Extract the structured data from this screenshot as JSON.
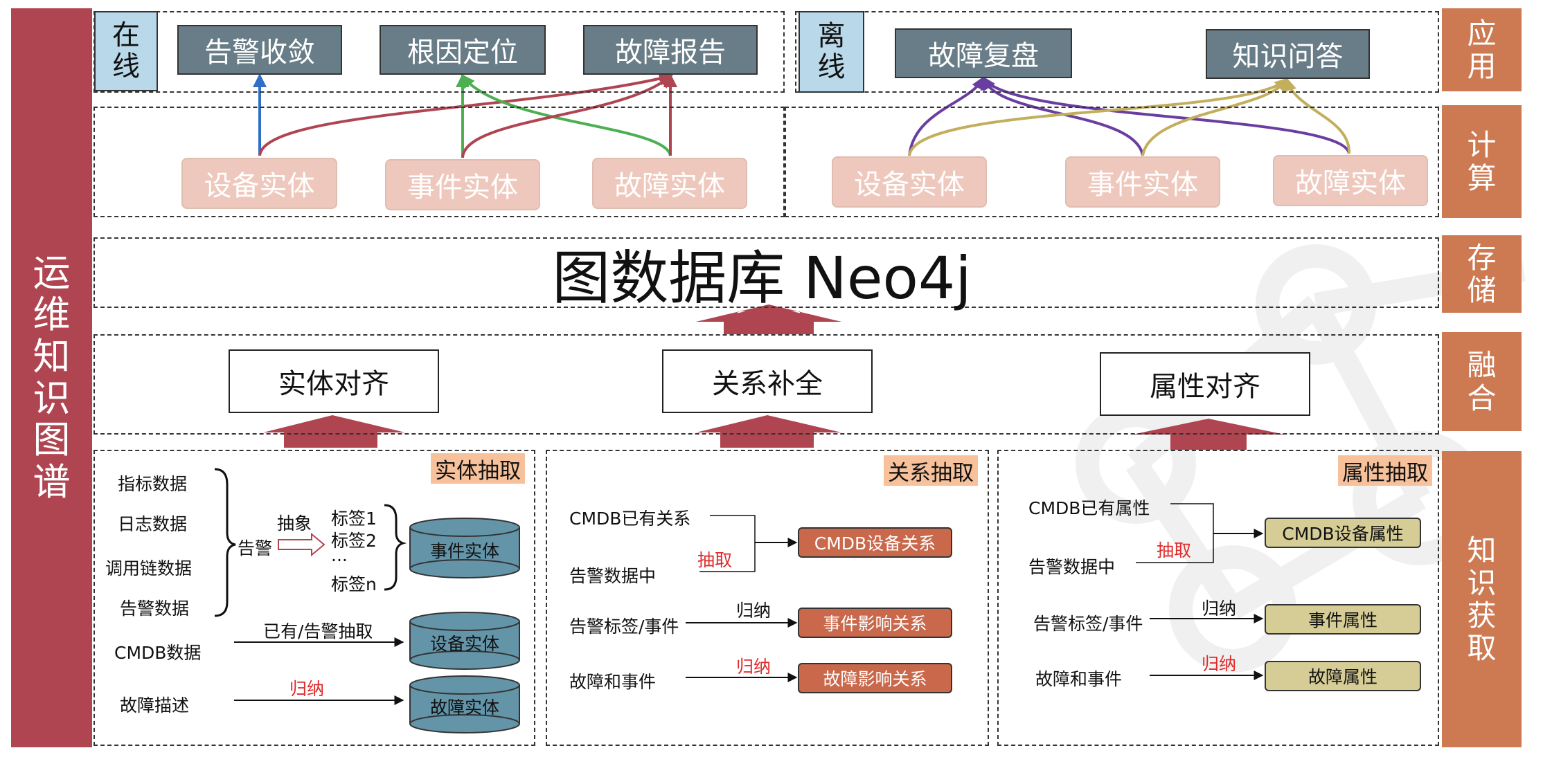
{
  "main_label": [
    "运",
    "维",
    "知",
    "识",
    "图",
    "谱"
  ],
  "layers": {
    "app": [
      "应",
      "用"
    ],
    "compute": [
      "计",
      "算"
    ],
    "storage": [
      "存",
      "储"
    ],
    "fusion": [
      "融",
      "合"
    ],
    "acquire": [
      "知",
      "识",
      "获",
      "取"
    ]
  },
  "online": {
    "label": [
      "在",
      "线"
    ],
    "apps": [
      "告警收敛",
      "根因定位",
      "故障报告"
    ],
    "entities": [
      "设备实体",
      "事件实体",
      "故障实体"
    ]
  },
  "offline": {
    "label": [
      "离",
      "线"
    ],
    "apps": [
      "故障复盘",
      "知识问答"
    ],
    "entities": [
      "设备实体",
      "事件实体",
      "故障实体"
    ]
  },
  "storage_title": "图数据库 Neo4j",
  "fusion": [
    "实体对齐",
    "关系补全",
    "属性对齐"
  ],
  "entity_extraction": {
    "title": "实体抽取",
    "sources": [
      "指标数据",
      "日志数据",
      "调用链数据",
      "告警数据"
    ],
    "alarm": "告警",
    "abstract": "抽象",
    "tags": [
      "标签1",
      "标签2",
      "...",
      "标签n"
    ],
    "cmdb": "CMDB数据",
    "cmdb_action": "已有/告警抽取",
    "fault_desc": "故障描述",
    "induce": "归纳",
    "cylinders": [
      "事件实体",
      "设备实体",
      "故障实体"
    ]
  },
  "relation_extraction": {
    "title": "关系抽取",
    "rows": [
      "CMDB已有关系",
      "告警数据中",
      "告警标签/事件",
      "故障和事件"
    ],
    "extract": "抽取",
    "induce1": "归纳",
    "induce2": "归纳",
    "outputs": [
      "CMDB设备关系",
      "事件影响关系",
      "故障影响关系"
    ]
  },
  "attribute_extraction": {
    "title": "属性抽取",
    "rows": [
      "CMDB已有属性",
      "告警数据中",
      "告警标签/事件",
      "故障和事件"
    ],
    "extract": "抽取",
    "induce1": "归纳",
    "induce2": "归纳",
    "outputs": [
      "CMDB设备属性",
      "事件属性",
      "故障属性"
    ]
  },
  "colors": {
    "main_bar": "#b04552",
    "layer_label": "#cd7a53",
    "app_box": "#687d87",
    "entity_box": "#efc8bd",
    "mode_box": "#b9d8ea",
    "arrow": "#b04552",
    "cylinder": "#6394a8",
    "relation_box": "#c9684b",
    "attribute_box": "#d5cc96",
    "link_blue": "#2f6fc6",
    "link_green": "#4caf50",
    "link_red": "#b04552",
    "link_purple": "#6a3ea1",
    "link_khaki": "#c2ae5c"
  }
}
